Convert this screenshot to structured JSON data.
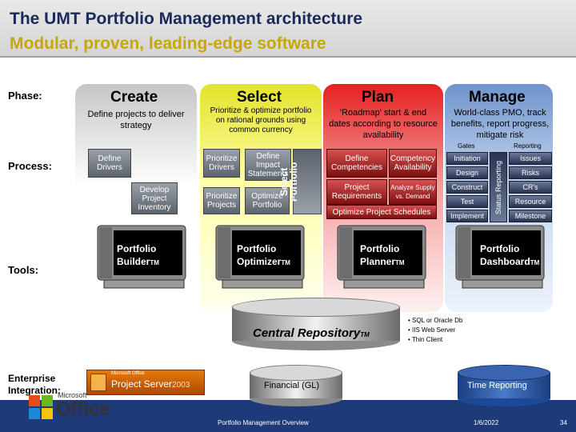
{
  "header": {
    "title": "The UMT Portfolio Management architecture",
    "subtitle": "Modular, proven, leading-edge software"
  },
  "rows": {
    "phase": "Phase:",
    "process": "Process:",
    "tools": "Tools:",
    "enterprise": "Enterprise Integration:"
  },
  "phases": {
    "create": {
      "name": "Create",
      "desc": "Define projects to deliver strategy"
    },
    "select": {
      "name": "Select",
      "desc": "Prioritize & optimize portfolio on rational grounds using common currency"
    },
    "plan": {
      "name": "Plan",
      "desc": "'Roadmap' start & end dates according to resource availability"
    },
    "manage": {
      "name": "Manage",
      "desc": "World-class PMO, track benefits, report progress, mitigate risk"
    }
  },
  "processes": {
    "create": [
      "Define Drivers",
      "Develop Project Inventory"
    ],
    "select": [
      "Prioritize Drivers",
      "Define Impact Statements",
      "Prioritize Projects",
      "Optimize Portfolio",
      "Select Portfolio"
    ],
    "plan": [
      "Define Competencies",
      "Competency Availability",
      "Project Requirements",
      "Analyze Supply vs. Demand",
      "Optimize Project Schedules"
    ],
    "manage": {
      "gates_label": "Gates",
      "reporting_label": "Reporting",
      "status_label": "Status Reporting",
      "gates": [
        "Initiation",
        "Design",
        "Construct",
        "Test",
        "Implement"
      ],
      "reports": [
        "Issues",
        "Risks",
        "CR's",
        "Resource",
        "Milestone"
      ]
    }
  },
  "tools": {
    "builder": {
      "line1": "Portfolio",
      "line2": "Builder",
      "tm": "TM"
    },
    "optimizer": {
      "line1": "Portfolio",
      "line2": "Optimizer",
      "tm": "TM"
    },
    "planner": {
      "line1": "Portfolio",
      "line2": "Planner",
      "tm": "TM"
    },
    "dashboard": {
      "line1": "Portfolio",
      "line2": "Dashboard",
      "tm": "TM"
    }
  },
  "repository": {
    "label": "Central Repository",
    "tm": "TM",
    "bullets": [
      "• SQL or Oracle Db",
      "• IIS Web Server",
      "• Thin Client"
    ]
  },
  "integration": {
    "financial": "Financial (GL)",
    "time": "Time Reporting",
    "ps_small": "Microsoft Office",
    "ps_main": "Project Server",
    "ps_year": "2003",
    "office_small": "Microsoft",
    "office_main": "Office"
  },
  "footer": {
    "left": "Portfolio Management Overview",
    "date": "1/6/2022",
    "page": "34"
  },
  "colors": {
    "title": "#1a2a5a",
    "subtitle": "#c8a800",
    "create": "#c4c6c8",
    "select": "#e3e22a",
    "plan": "#e62020",
    "manage": "#6f94cc",
    "footer_bg": "#1e3a78"
  },
  "icons": [
    "computer-monitor-icon",
    "database-cylinder-icon",
    "office-logo-icon",
    "project-server-logo-icon"
  ]
}
